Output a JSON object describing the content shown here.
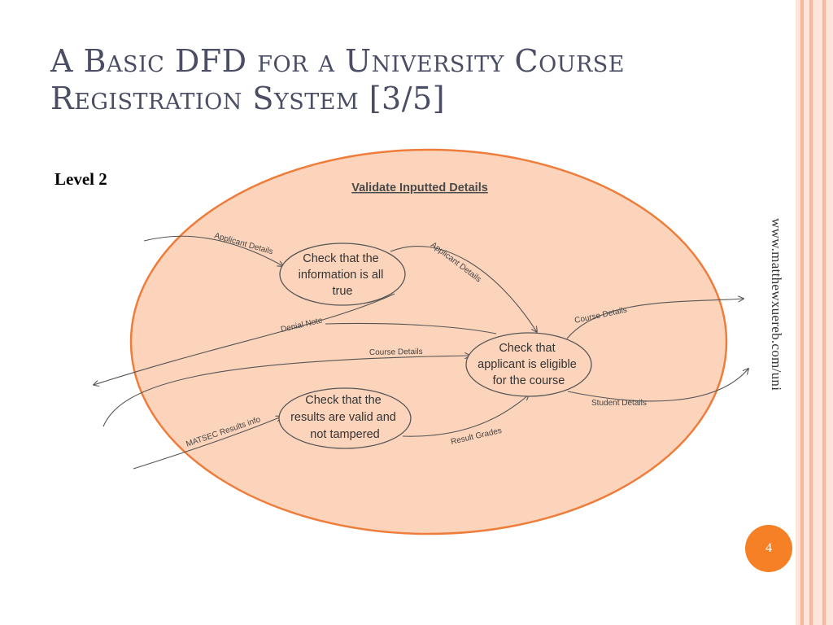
{
  "slide": {
    "title": "A Basic DFD for a University Course Registration System [3/5]",
    "level_label": "Level 2",
    "side_url": "www.matthewxuereb.com/uni",
    "page_number": "4"
  },
  "colors": {
    "accent_orange": "#f58025",
    "ellipse_fill": "#fcd4bb",
    "ellipse_stroke": "#ee7d3b",
    "stripe_light": "#fde5da",
    "stripe_mid": "#f8b79c",
    "title_text": "#4a4d63"
  },
  "diagram": {
    "boundary_label": "Validate Inputted Details",
    "processes": {
      "check_info": [
        "Check that the",
        "information is all",
        "true"
      ],
      "check_results": [
        "Check that the",
        "results are valid and",
        "not tampered"
      ],
      "check_eligible": [
        "Check that",
        "applicant is eligible",
        "for the course"
      ]
    },
    "flows": {
      "applicant_details_in": "Applicant Details",
      "applicant_details_out": "Applicant Details",
      "denial_note": "Denial Note",
      "course_details_in": "Course Details",
      "course_details_out": "Course Details",
      "student_details": "Student Details",
      "matsec_results": "MATSEC Results info",
      "result_grades": "Result Grades"
    }
  }
}
